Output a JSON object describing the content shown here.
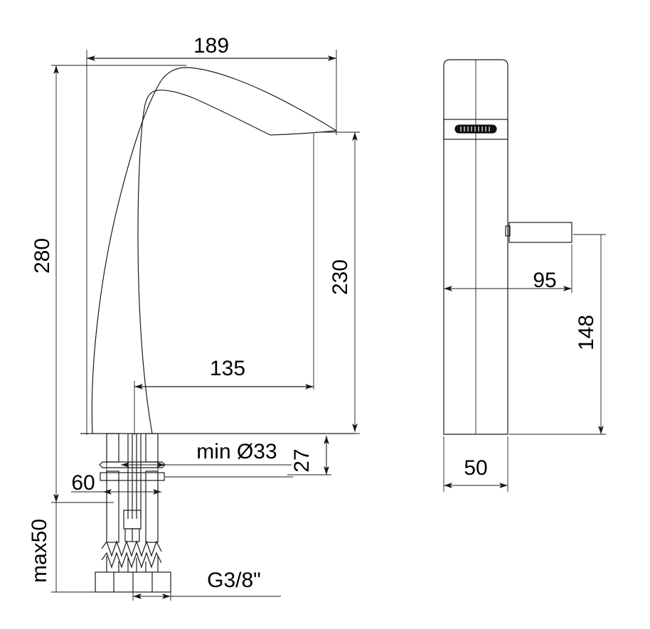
{
  "drawing": {
    "type": "technical-dimensioned-drawing",
    "subject": "tall-vessel-basin-mixer-faucet",
    "units": "mm",
    "line_color": "#1a1a1a",
    "background_color": "#ffffff",
    "views": [
      {
        "name": "front-elevation",
        "position": "left"
      },
      {
        "name": "side-elevation",
        "position": "right"
      }
    ]
  },
  "dimensions": {
    "spout_reach_overall": "189",
    "total_height": "280",
    "spout_outlet_height": "230",
    "spout_center_offset": "135",
    "deck_plate_height": "27",
    "mounting_hole_min": "min Ø33",
    "base_width": "60",
    "max_deck_thickness": "max50",
    "supply_thread": "G3/8\"",
    "handle_projection": "95",
    "handle_height": "148",
    "body_depth": "50"
  },
  "labels": {
    "d189": "189",
    "d280": "280",
    "d230": "230",
    "d135": "135",
    "d27": "27",
    "d_min33": "min Ø33",
    "d60": "60",
    "d_max50": "max50",
    "d_g38": "G3/8\"",
    "d95": "95",
    "d148": "148",
    "d50": "50"
  }
}
